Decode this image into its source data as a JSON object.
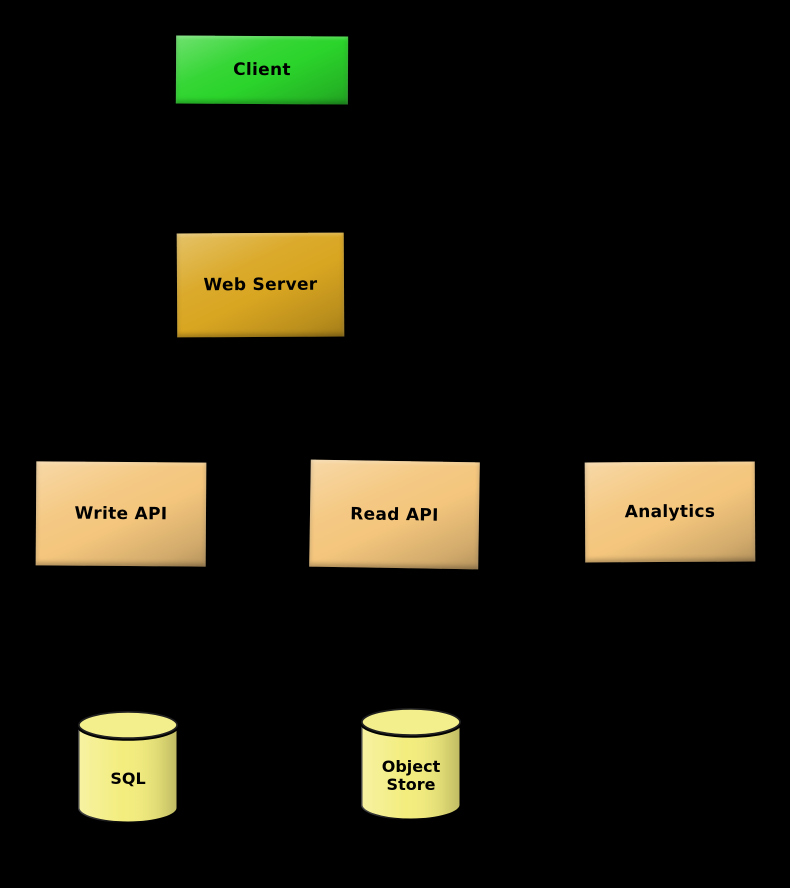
{
  "diagram": {
    "background_color": "#000000",
    "text_color": "#000000",
    "nodes": {
      "client": {
        "label": "Client",
        "color": "#2bd42b",
        "shape": "box"
      },
      "web_server": {
        "label": "Web Server",
        "color": "#d9a621",
        "shape": "box"
      },
      "write_api": {
        "label": "Write API",
        "color": "#f4c67d",
        "shape": "box"
      },
      "read_api": {
        "label": "Read API",
        "color": "#f4c67d",
        "shape": "box"
      },
      "analytics": {
        "label": "Analytics",
        "color": "#f4c67d",
        "shape": "box"
      },
      "sql": {
        "label": "SQL",
        "color": "#f3ed7e",
        "shape": "cylinder"
      },
      "object_store": {
        "label": "Object Store",
        "color": "#f3ed7e",
        "shape": "cylinder"
      }
    }
  }
}
